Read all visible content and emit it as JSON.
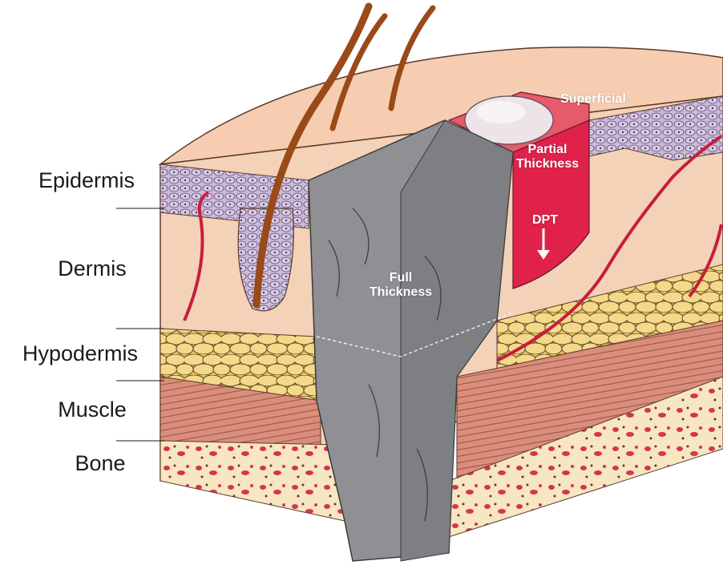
{
  "layers": {
    "epidermis": "Epidermis",
    "dermis": "Dermis",
    "hypodermis": "Hypodermis",
    "muscle": "Muscle",
    "bone": "Bone"
  },
  "burns": {
    "superficial": "Superficial",
    "partial_line1": "Partial",
    "partial_line2": "Thickness",
    "dpt": "DPT",
    "full_line1": "Full",
    "full_line2": "Thickness"
  },
  "colors": {
    "skin_surface": "#f6cdb0",
    "dermis": "#f3d2b8",
    "epidermis_cells": "#c9b6d6",
    "fat": "#f2d27a",
    "muscle": "#d98e7c",
    "bone": "#f6e6c2",
    "bone_marrow": "#d6344d",
    "full_thickness_grey": "#8e9093",
    "partial_red": "#e0214a",
    "hair": "#9a4a18"
  }
}
